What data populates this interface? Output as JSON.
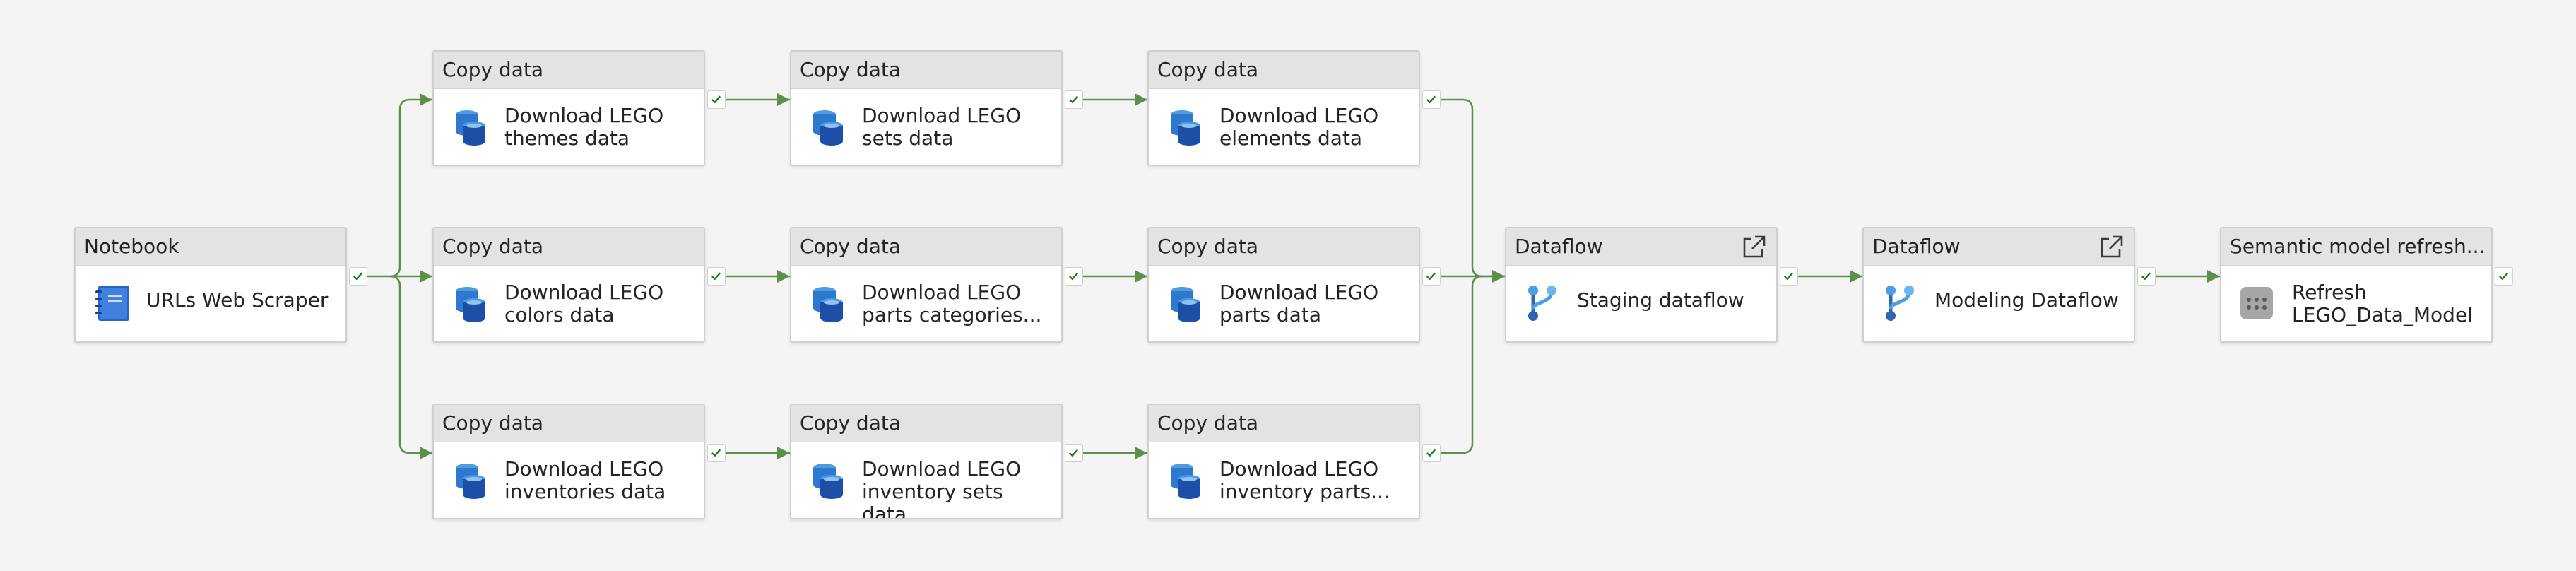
{
  "colors": {
    "connector": "#5c8f4a",
    "success": "#107c10",
    "header": "#e3e3e3"
  },
  "activities": [
    {
      "id": "notebook",
      "type": "Notebook",
      "name": "URLs Web Scraper",
      "icon": "notebook-icon"
    },
    {
      "id": "themes",
      "type": "Copy data",
      "name": "Download LEGO themes data",
      "icon": "copy-data-icon"
    },
    {
      "id": "sets",
      "type": "Copy data",
      "name": "Download LEGO sets data",
      "icon": "copy-data-icon"
    },
    {
      "id": "elements",
      "type": "Copy data",
      "name": "Download LEGO elements data",
      "icon": "copy-data-icon"
    },
    {
      "id": "colors",
      "type": "Copy data",
      "name": "Download LEGO colors data",
      "icon": "copy-data-icon"
    },
    {
      "id": "partcats",
      "type": "Copy data",
      "name": "Download LEGO parts categories...",
      "icon": "copy-data-icon"
    },
    {
      "id": "parts",
      "type": "Copy data",
      "name": "Download LEGO parts data",
      "icon": "copy-data-icon"
    },
    {
      "id": "inventories",
      "type": "Copy data",
      "name": "Download LEGO inventories data",
      "icon": "copy-data-icon"
    },
    {
      "id": "invsets",
      "type": "Copy data",
      "name": "Download LEGO inventory sets data",
      "icon": "copy-data-icon"
    },
    {
      "id": "invparts",
      "type": "Copy data",
      "name": "Download LEGO inventory parts...",
      "icon": "copy-data-icon"
    },
    {
      "id": "staging",
      "type": "Dataflow",
      "name": "Staging dataflow",
      "icon": "dataflow-icon",
      "external_link": "open-external-icon"
    },
    {
      "id": "modeling",
      "type": "Dataflow",
      "name": "Modeling Dataflow",
      "icon": "dataflow-icon",
      "external_link": "open-external-icon"
    },
    {
      "id": "refresh",
      "type": "Semantic model refresh...",
      "name": "Refresh LEGO_Data_Model",
      "icon": "semantic-model-icon"
    }
  ],
  "connections": [
    {
      "from": "notebook",
      "to": "themes",
      "condition": "on-success"
    },
    {
      "from": "notebook",
      "to": "colors",
      "condition": "on-success"
    },
    {
      "from": "notebook",
      "to": "inventories",
      "condition": "on-success"
    },
    {
      "from": "themes",
      "to": "sets",
      "condition": "on-success"
    },
    {
      "from": "sets",
      "to": "elements",
      "condition": "on-success"
    },
    {
      "from": "colors",
      "to": "partcats",
      "condition": "on-success"
    },
    {
      "from": "partcats",
      "to": "parts",
      "condition": "on-success"
    },
    {
      "from": "inventories",
      "to": "invsets",
      "condition": "on-success"
    },
    {
      "from": "invsets",
      "to": "invparts",
      "condition": "on-success"
    },
    {
      "from": "elements",
      "to": "staging",
      "condition": "on-success"
    },
    {
      "from": "parts",
      "to": "staging",
      "condition": "on-success"
    },
    {
      "from": "invparts",
      "to": "staging",
      "condition": "on-success"
    },
    {
      "from": "staging",
      "to": "modeling",
      "condition": "on-success"
    },
    {
      "from": "modeling",
      "to": "refresh",
      "condition": "on-success"
    }
  ]
}
